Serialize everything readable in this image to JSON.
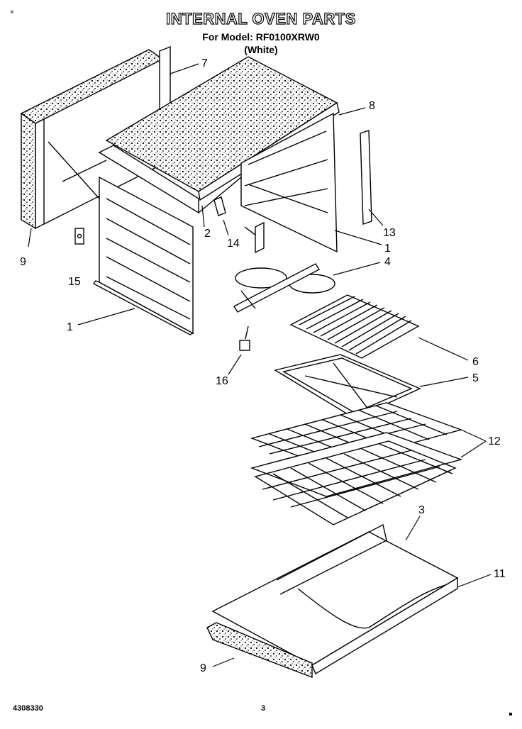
{
  "header": {
    "title": "INTERNAL OVEN PARTS",
    "model": "For Model: RF0100XRW0",
    "color": "(White)",
    "corner_mark": "×"
  },
  "footer": {
    "doc_number": "4308330",
    "page_number": "3"
  },
  "callouts": {
    "c7": "7",
    "c8": "8",
    "c9a": "9",
    "c15": "15",
    "c2": "2",
    "c14": "14",
    "c13": "13",
    "c1a": "1",
    "c4": "4",
    "c1b": "1",
    "c16": "16",
    "c6": "6",
    "c5": "5",
    "c12": "12",
    "c3": "3",
    "c11": "11",
    "c9b": "9"
  }
}
